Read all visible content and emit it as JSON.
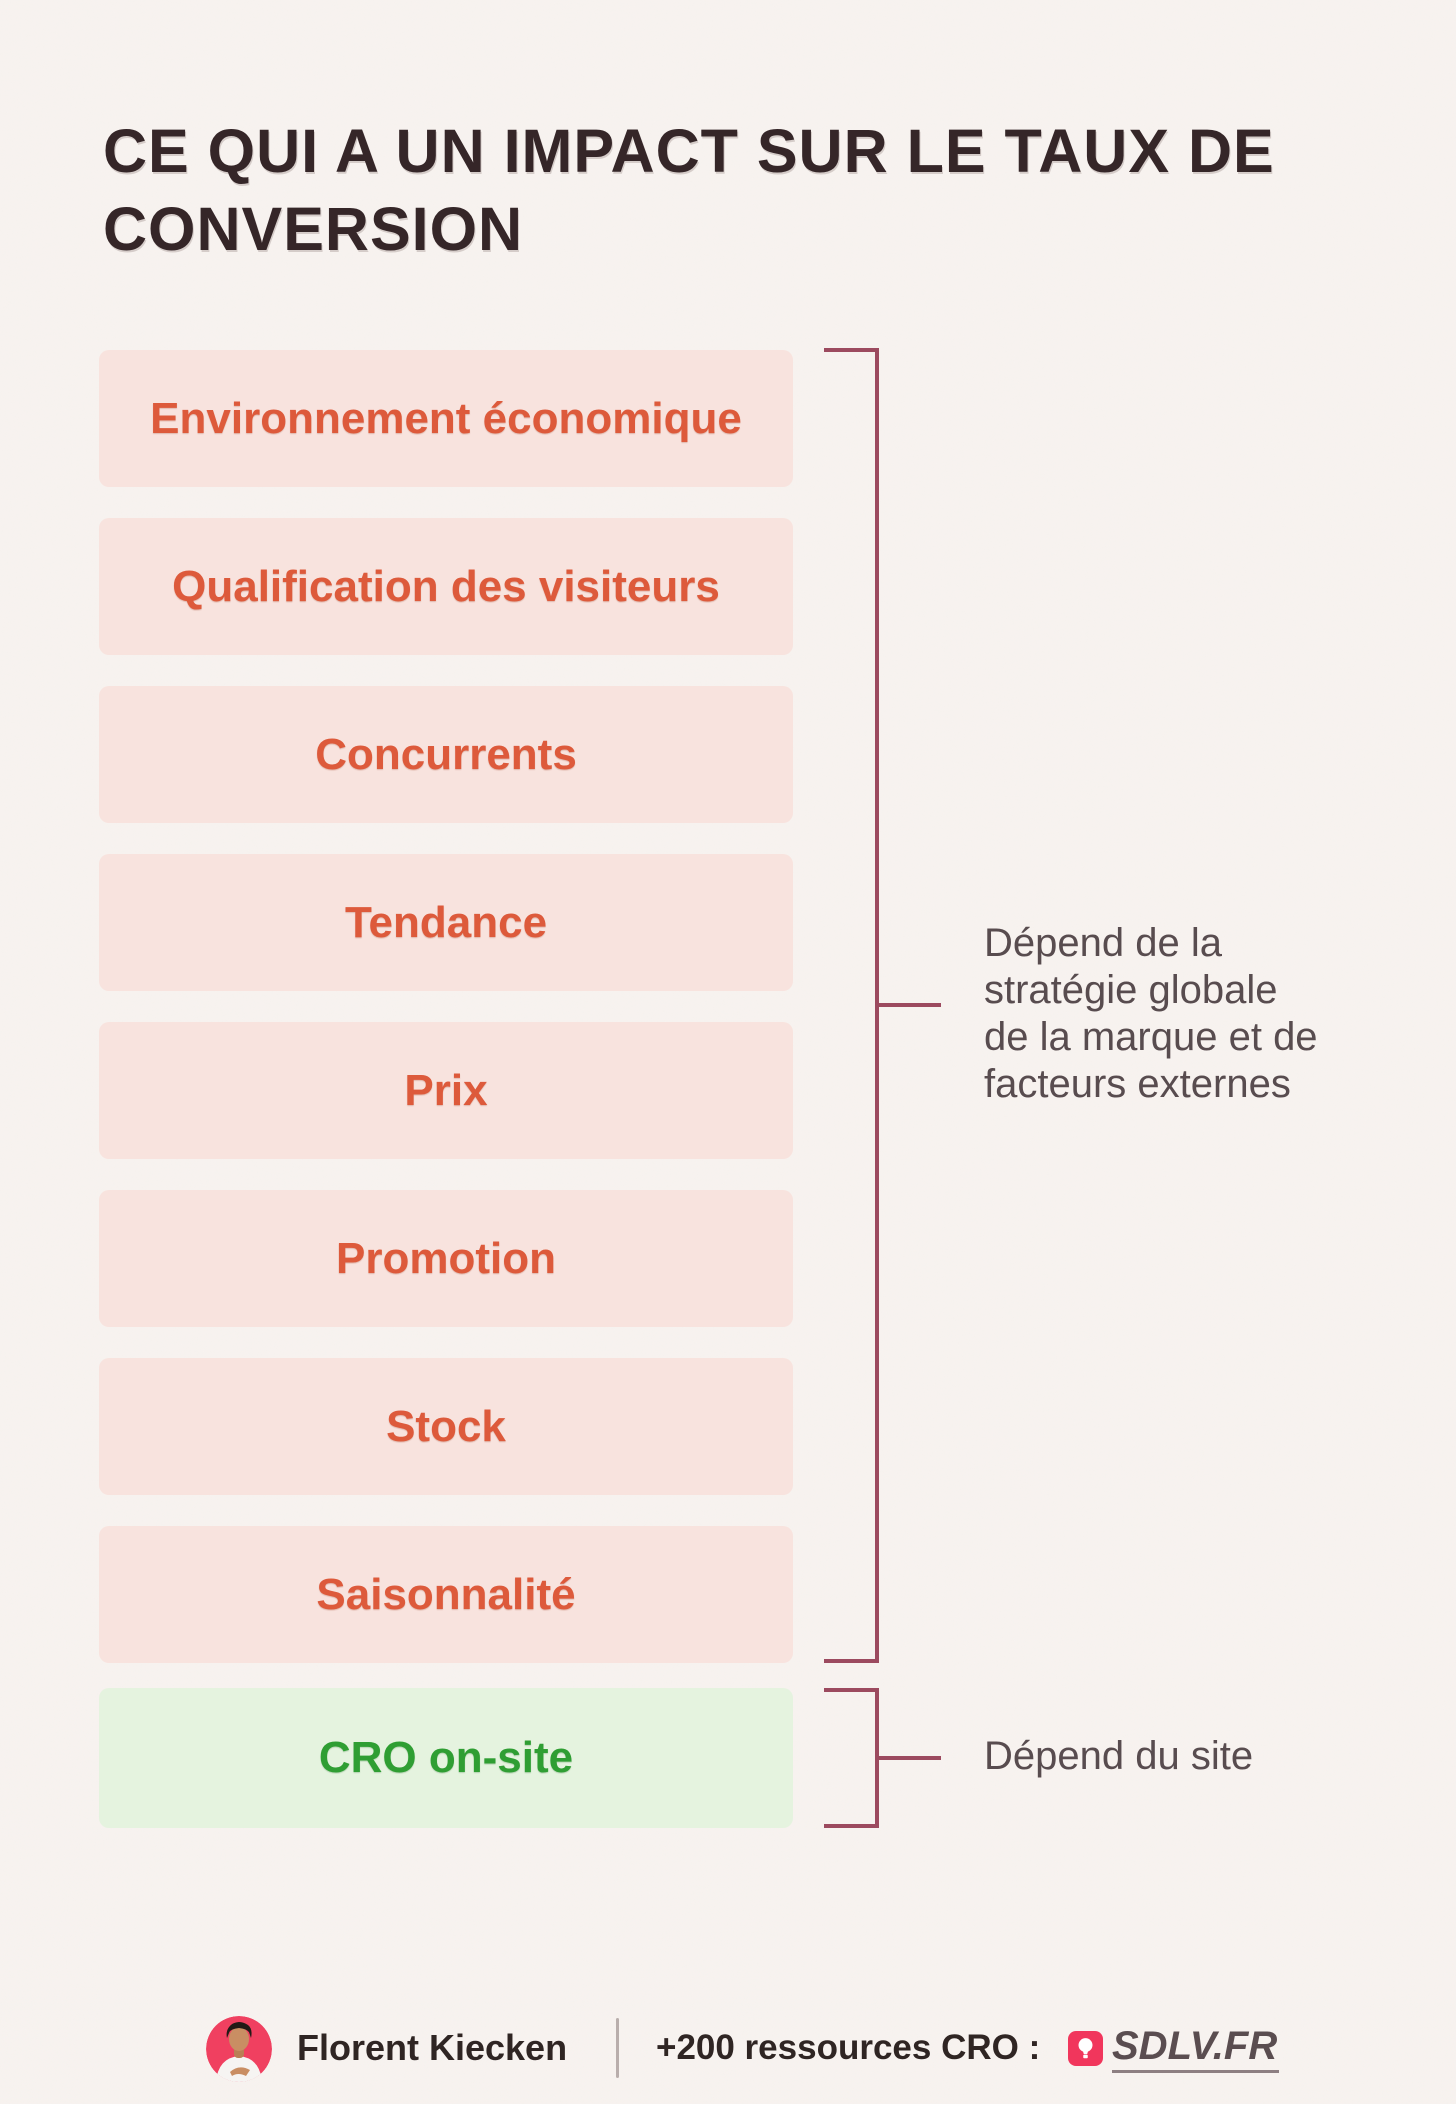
{
  "title": {
    "line1": "CE QUI A UN IMPACT SUR LE TAUX DE",
    "line2": "CONVERSION"
  },
  "factors": {
    "external": [
      {
        "label": "Environnement économique"
      },
      {
        "label": "Qualification des visiteurs"
      },
      {
        "label": "Concurrents"
      },
      {
        "label": "Tendance"
      },
      {
        "label": "Prix"
      },
      {
        "label": "Promotion"
      },
      {
        "label": "Stock"
      },
      {
        "label": "Saisonnalité"
      }
    ],
    "onsite": {
      "label": "CRO on-site"
    }
  },
  "annotations": {
    "external": {
      "lines": [
        "Dépend de la",
        "stratégie globale",
        "de la marque et de",
        "facteurs externes"
      ]
    },
    "onsite": {
      "text": "Dépend du site"
    }
  },
  "footer": {
    "author": "Florent Kiecken",
    "resources_label": "+200 ressources CRO :",
    "brand": "SDLV.FR",
    "brand_icon": "hot-air-balloon-icon",
    "avatar_icon": "person-avatar"
  },
  "colors": {
    "page_background": "#f7f2ef",
    "factor_box_background": "#f8e3de",
    "factor_label": "#dd5a3b",
    "onsite_box_background": "#e5f3df",
    "onsite_label": "#2f9e33",
    "bracket": "#9c4a5f",
    "annotation_text": "#584c4f",
    "title_text": "#352628",
    "footer_text": "#2f2523",
    "brand_red": "#f1365c",
    "avatar_background": "#f04060"
  }
}
